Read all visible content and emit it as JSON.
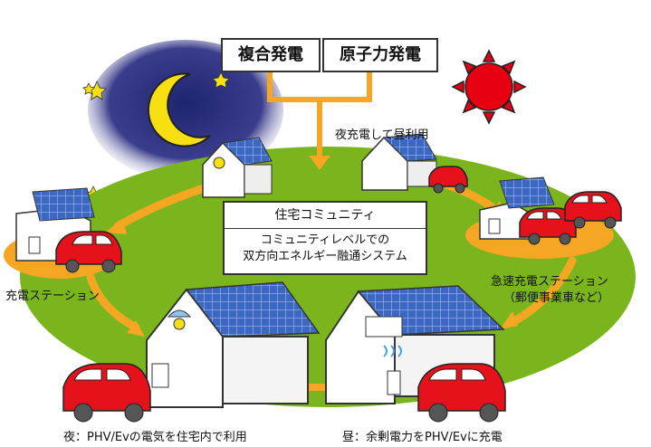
{
  "sources": {
    "combined": "複合発電",
    "nuclear": "原子力発電"
  },
  "labels": {
    "night_charge": "夜充電して昼利用",
    "charging_station": "充電ステーション",
    "fast_charging": "急速充電ステーション",
    "fast_charging_note": "（郵便事業車など）",
    "night_use": "夜：PHV/Evの電気を住宅内で利用",
    "day_charge": "昼：余剰電力をPHV/Evに充電"
  },
  "community": {
    "title": "住宅コミュニティ",
    "line1": "コミュニティレベルでの",
    "line2": "双方向エネルギー融通システム"
  },
  "colors": {
    "ground": "#7ab51d",
    "arrow": "#f5a623",
    "car": "#e5111b",
    "panel": "#3c68c4",
    "night_sky": "#272a7a",
    "sun": "#e60012",
    "moon": "#f7e012"
  }
}
